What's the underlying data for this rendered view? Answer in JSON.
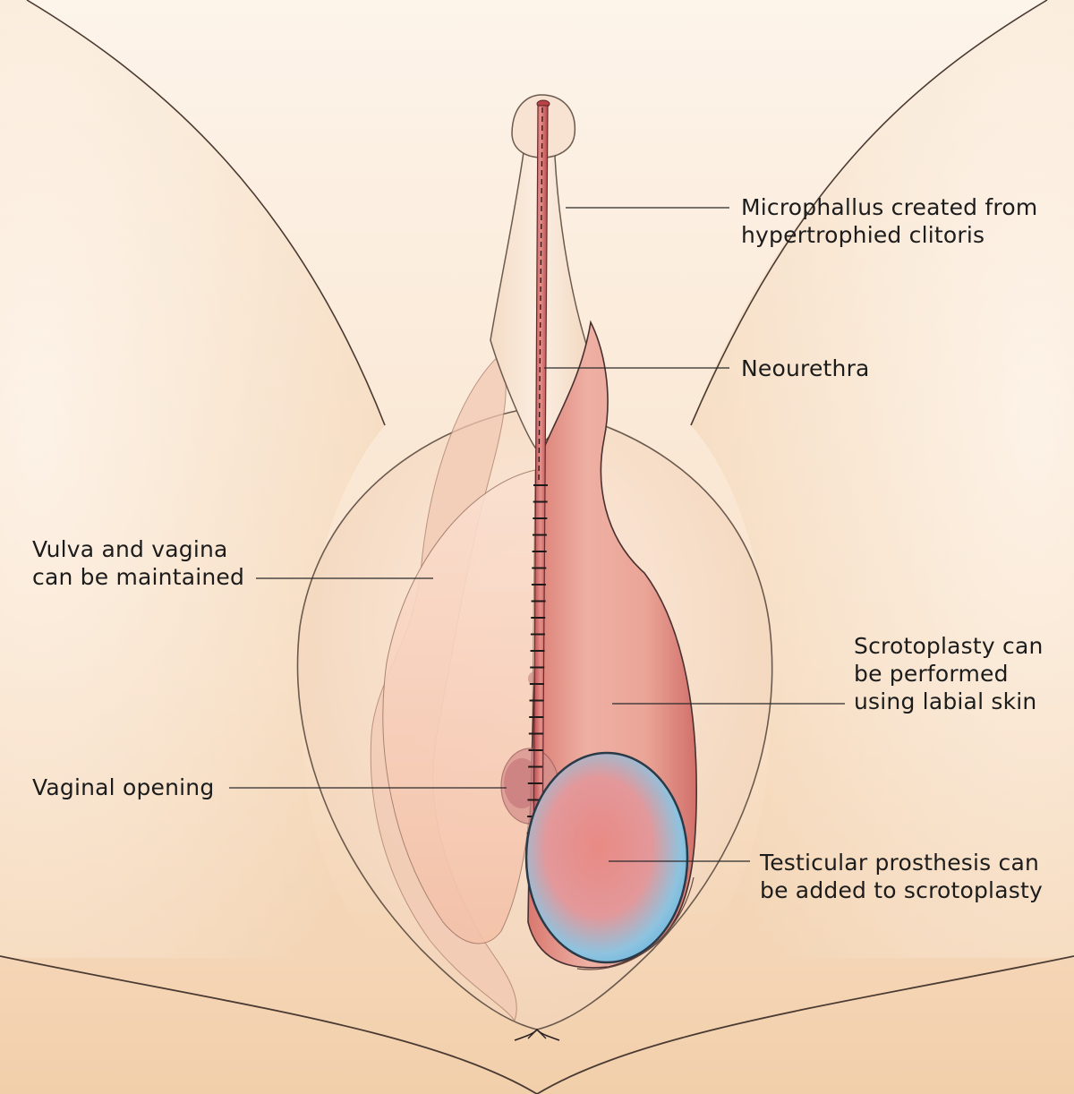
{
  "labels": {
    "microphallus": {
      "line1": "Microphallus created from",
      "line2": "hypertrophied clitoris"
    },
    "neourethra": {
      "line1": "Neourethra"
    },
    "vulva": {
      "line1": "Vulva and vagina",
      "line2": "can be maintained"
    },
    "scrotoplasty": {
      "line1": "Scrotoplasty can",
      "line2": "be performed",
      "line3": "using labial skin"
    },
    "vaginal_opening": {
      "line1": "Vaginal opening"
    },
    "prosthesis": {
      "line1": "Testicular prosthesis can",
      "line2": "be added to scrotoplasty"
    }
  },
  "colors": {
    "skin_light": "#fdf1e4",
    "skin_dark": "#f3d2b0",
    "labia_inner": "#f6c7b0",
    "scrotum": "#e9a095",
    "scrotum_edge": "#c9656a",
    "neourethra": "#c95e5f",
    "prosthesis_blue": "#6fb9df",
    "prosthesis_center": "#e98b85",
    "outline": "#5a4a40"
  }
}
